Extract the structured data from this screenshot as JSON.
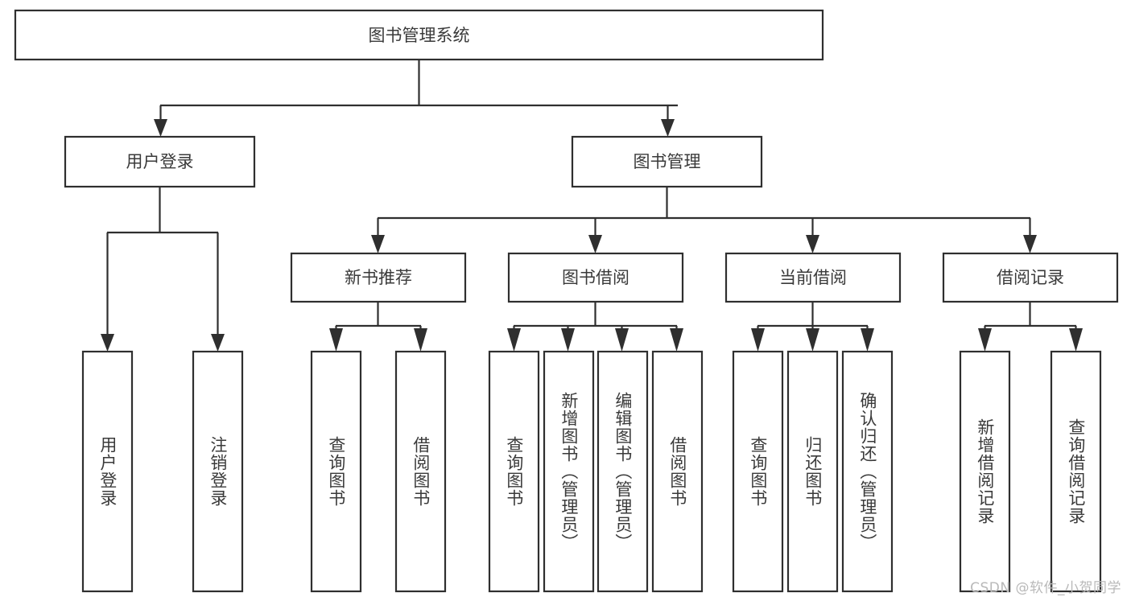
{
  "diagram": {
    "type": "tree",
    "orientation": "top-down",
    "title": "图书管理系统",
    "colors": {
      "box_stroke": "#2f2f2f",
      "box_fill": "#ffffff",
      "connector": "#2f2f2f",
      "label_text": "#3a3a3a",
      "background": "#ffffff",
      "watermark": "#b9b9b9"
    },
    "root": {
      "id": "root",
      "label": "图书管理系统",
      "orientation": "horizontal"
    },
    "level2": [
      {
        "id": "user-login",
        "label": "用户登录",
        "orientation": "horizontal"
      },
      {
        "id": "book-manage",
        "label": "图书管理",
        "orientation": "horizontal"
      }
    ],
    "level3": [
      {
        "id": "new-book-recommend",
        "label": "新书推荐",
        "orientation": "horizontal",
        "parent": "book-manage"
      },
      {
        "id": "book-borrow",
        "label": "图书借阅",
        "orientation": "horizontal",
        "parent": "book-manage"
      },
      {
        "id": "current-borrow",
        "label": "当前借阅",
        "orientation": "horizontal",
        "parent": "book-manage"
      },
      {
        "id": "borrow-record",
        "label": "借阅记录",
        "orientation": "horizontal",
        "parent": "book-manage"
      }
    ],
    "leaves": [
      {
        "id": "leaf-user-login",
        "label": "用户登录",
        "orientation": "vertical",
        "parent": "user-login"
      },
      {
        "id": "leaf-logout-login",
        "label": "注销登录",
        "orientation": "vertical",
        "parent": "user-login"
      },
      {
        "id": "leaf-query-book-1",
        "label": "查询图书",
        "orientation": "vertical",
        "parent": "new-book-recommend"
      },
      {
        "id": "leaf-borrow-book-1",
        "label": "借阅图书",
        "orientation": "vertical",
        "parent": "new-book-recommend"
      },
      {
        "id": "leaf-query-book-2",
        "label": "查询图书",
        "orientation": "vertical",
        "parent": "book-borrow"
      },
      {
        "id": "leaf-add-book-admin",
        "label": "新增图书（管理员）",
        "orientation": "vertical",
        "parent": "book-borrow"
      },
      {
        "id": "leaf-edit-book-admin",
        "label": "编辑图书（管理员）",
        "orientation": "vertical",
        "parent": "book-borrow"
      },
      {
        "id": "leaf-borrow-book-2",
        "label": "借阅图书",
        "orientation": "vertical",
        "parent": "book-borrow"
      },
      {
        "id": "leaf-query-book-3",
        "label": "查询图书",
        "orientation": "vertical",
        "parent": "current-borrow"
      },
      {
        "id": "leaf-return-book",
        "label": "归还图书",
        "orientation": "vertical",
        "parent": "current-borrow"
      },
      {
        "id": "leaf-confirm-return-admin",
        "label": "确认归还（管理员）",
        "orientation": "vertical",
        "parent": "current-borrow"
      },
      {
        "id": "leaf-add-borrow-record",
        "label": "新增借阅记录",
        "orientation": "vertical",
        "parent": "borrow-record"
      },
      {
        "id": "leaf-query-borrow-record",
        "label": "查询借阅记录",
        "orientation": "vertical",
        "parent": "borrow-record"
      }
    ],
    "watermark": "CSDN @软件_小贺同学"
  }
}
